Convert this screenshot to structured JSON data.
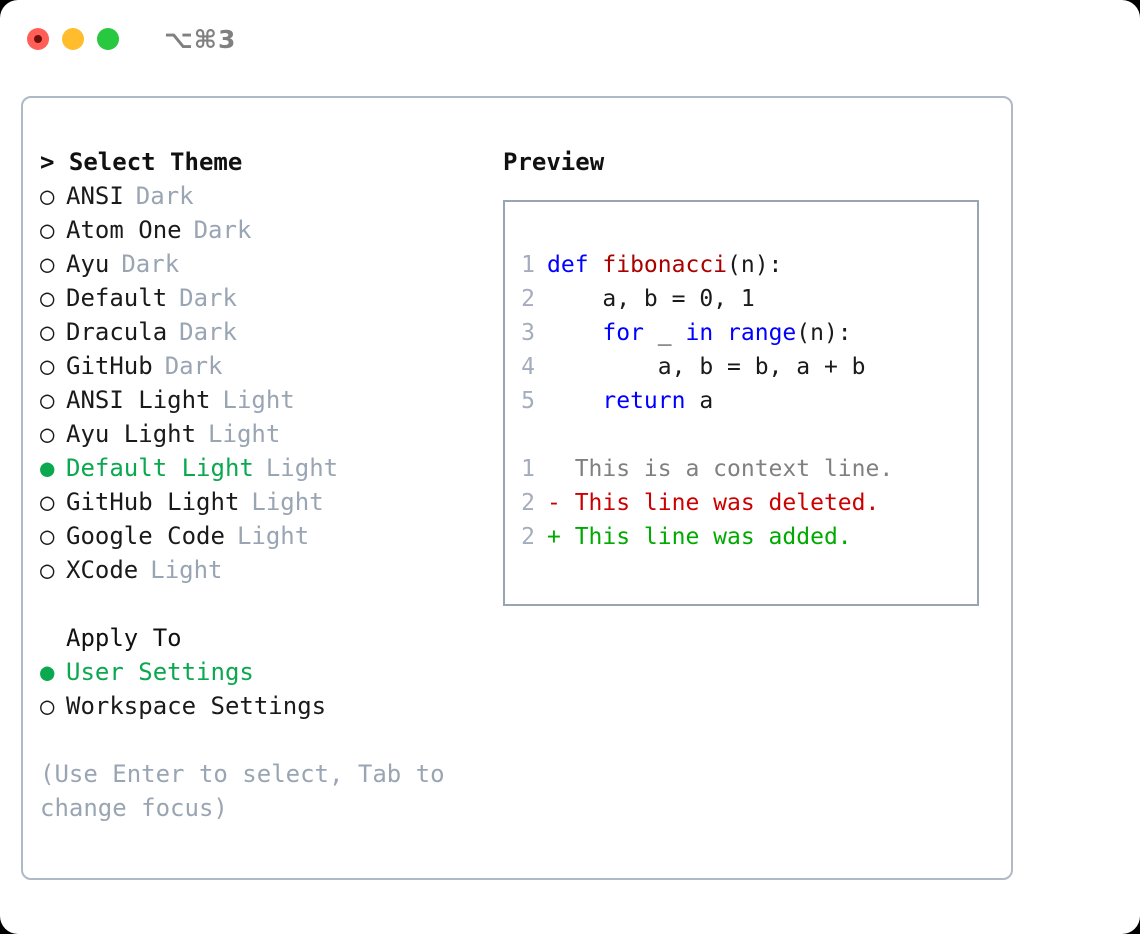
{
  "window": {
    "title_shortcut": "⌥⌘3",
    "traffic_lights": [
      {
        "name": "close",
        "color": "#ff5f57"
      },
      {
        "name": "minimize",
        "color": "#ffbd2e"
      },
      {
        "name": "maximize",
        "color": "#28c840"
      }
    ]
  },
  "theme_picker": {
    "heading": "> Select Theme",
    "heading_caret": ">",
    "heading_text": "Select Theme",
    "items": [
      {
        "bullet": "○",
        "label": "ANSI",
        "tag": "Dark",
        "selected": false
      },
      {
        "bullet": "○",
        "label": "Atom One",
        "tag": "Dark",
        "selected": false
      },
      {
        "bullet": "○",
        "label": "Ayu",
        "tag": "Dark",
        "selected": false
      },
      {
        "bullet": "○",
        "label": "Default",
        "tag": "Dark",
        "selected": false
      },
      {
        "bullet": "○",
        "label": "Dracula",
        "tag": "Dark",
        "selected": false
      },
      {
        "bullet": "○",
        "label": "GitHub",
        "tag": "Dark",
        "selected": false
      },
      {
        "bullet": "○",
        "label": "ANSI Light",
        "tag": "Light",
        "selected": false
      },
      {
        "bullet": "○",
        "label": "Ayu Light",
        "tag": "Light",
        "selected": false
      },
      {
        "bullet": "●",
        "label": "Default Light",
        "tag": "Light",
        "selected": true
      },
      {
        "bullet": "○",
        "label": "GitHub Light",
        "tag": "Light",
        "selected": false
      },
      {
        "bullet": "○",
        "label": "Google Code",
        "tag": "Light",
        "selected": false
      },
      {
        "bullet": "○",
        "label": "XCode",
        "tag": "Light",
        "selected": false
      }
    ]
  },
  "apply_to": {
    "heading": "Apply To",
    "items": [
      {
        "bullet": "●",
        "label": "User Settings",
        "selected": true
      },
      {
        "bullet": "○",
        "label": "Workspace Settings",
        "selected": false
      }
    ]
  },
  "hint": "(Use Enter to select, Tab to change focus)",
  "preview": {
    "title": "Preview",
    "code_lines": [
      {
        "number": "1",
        "tokens": [
          {
            "text": "def ",
            "type": "kw"
          },
          {
            "text": "fibonacci",
            "type": "fn"
          },
          {
            "text": "(n):",
            "type": "plain"
          }
        ]
      },
      {
        "number": "2",
        "tokens": [
          {
            "text": "    a, b = 0, 1",
            "type": "plain"
          }
        ]
      },
      {
        "number": "3",
        "tokens": [
          {
            "text": "    ",
            "type": "plain"
          },
          {
            "text": "for",
            "type": "kw"
          },
          {
            "text": " _ ",
            "type": "plain"
          },
          {
            "text": "in range",
            "type": "kw"
          },
          {
            "text": "(n):",
            "type": "plain"
          }
        ]
      },
      {
        "number": "4",
        "tokens": [
          {
            "text": "        a, b = b, a + b",
            "type": "plain"
          }
        ]
      },
      {
        "number": "5",
        "tokens": [
          {
            "text": "    ",
            "type": "plain"
          },
          {
            "text": "return",
            "type": "kw"
          },
          {
            "text": " a",
            "type": "plain"
          }
        ]
      }
    ],
    "diff_lines": [
      {
        "number": "1",
        "marker": " ",
        "text": "  This is a context line.",
        "type": "ctx"
      },
      {
        "number": "2",
        "marker": "-",
        "text": "- This line was deleted.",
        "type": "del"
      },
      {
        "number": "2",
        "marker": "+",
        "text": "+ This line was added.",
        "type": "add"
      }
    ]
  },
  "colors": {
    "accent_green": "#0aa84f",
    "muted": "#9aa5b4",
    "border": "#b0b9c6",
    "preview_border": "#9aa5b4",
    "keyword_blue": "#0000ff",
    "function_red": "#aa0000",
    "diff_delete": "#cc0000",
    "diff_add": "#00aa00",
    "diff_context": "#808080"
  }
}
